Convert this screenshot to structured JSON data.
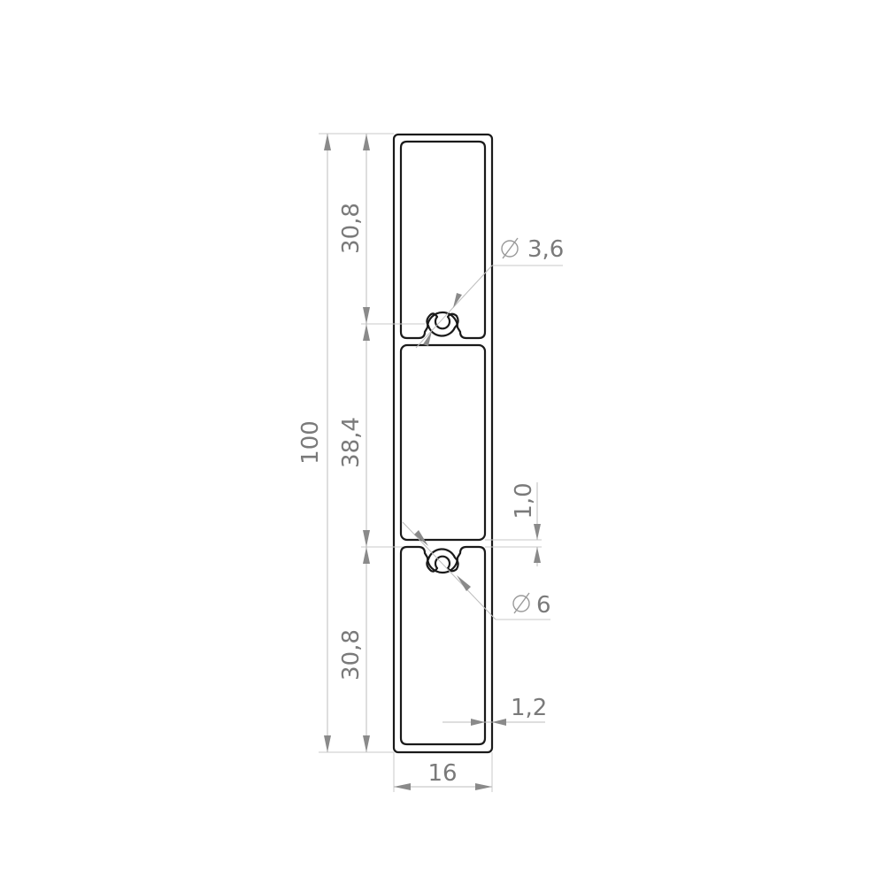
{
  "dimensions": {
    "overall_height": "100",
    "top_chamber": "30,8",
    "middle_chamber": "38,4",
    "bottom_chamber": "30,8",
    "width": "16",
    "wall_thickness": "1,2",
    "slot_gap": "1,0",
    "pin_diameter": "3,6",
    "bore_diameter": "6"
  },
  "colors": {
    "profile": "#1a1a1a",
    "dimension_text": "#7a7a7a",
    "dimension_lines": "#bdbdbd"
  }
}
